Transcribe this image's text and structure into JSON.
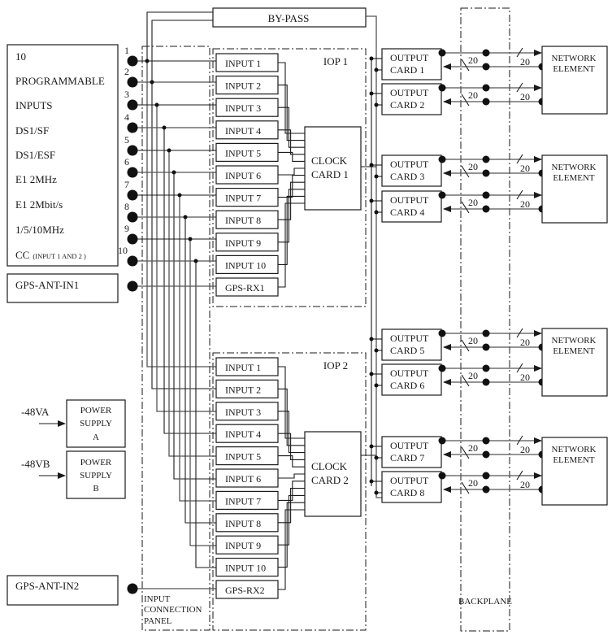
{
  "inputs_panel": {
    "lines": [
      "10",
      "PROGRAMMABLE",
      "INPUTS",
      "DS1/SF",
      "DS1/ESF",
      "E1 2MHz",
      "E1 2Mbit/s",
      "1/5/10MHz"
    ],
    "cc_main": "CC",
    "cc_note": "(INPUT 1 AND 2 )"
  },
  "gps_ant_1": "GPS-ANT-IN1",
  "gps_ant_2": "GPS-ANT-IN2",
  "connector_numbers": [
    "1",
    "2",
    "3",
    "4",
    "5",
    "6",
    "7",
    "8",
    "9",
    "10"
  ],
  "bypass": "BY-PASS",
  "iop1": {
    "label": "IOP 1",
    "inputs": [
      "INPUT 1",
      "INPUT 2",
      "INPUT 3",
      "INPUT 4",
      "INPUT 5",
      "INPUT 6",
      "INPUT 7",
      "INPUT 8",
      "INPUT 9",
      "INPUT 10"
    ],
    "gps_rx": "GPS-RX1",
    "clock_line1": "CLOCK",
    "clock_line2": "CARD 1"
  },
  "iop2": {
    "label": "IOP 2",
    "inputs": [
      "INPUT 1",
      "INPUT 2",
      "INPUT 3",
      "INPUT 4",
      "INPUT 5",
      "INPUT 6",
      "INPUT 7",
      "INPUT 8",
      "INPUT 9",
      "INPUT 10"
    ],
    "gps_rx": "GPS-RX2",
    "clock_line1": "CLOCK",
    "clock_line2": "CARD 2"
  },
  "output_cards": [
    {
      "line1": "OUTPUT",
      "line2": "CARD 1"
    },
    {
      "line1": "OUTPUT",
      "line2": "CARD 2"
    },
    {
      "line1": "OUTPUT",
      "line2": "CARD 3"
    },
    {
      "line1": "OUTPUT",
      "line2": "CARD 4"
    },
    {
      "line1": "OUTPUT",
      "line2": "CARD 5"
    },
    {
      "line1": "OUTPUT",
      "line2": "CARD 6"
    },
    {
      "line1": "OUTPUT",
      "line2": "CARD 7"
    },
    {
      "line1": "OUTPUT",
      "line2": "CARD 8"
    }
  ],
  "bus_width_label": "20",
  "network_elements": [
    {
      "line1": "NETWORK",
      "line2": "ELEMENT"
    },
    {
      "line1": "NETWORK",
      "line2": "ELEMENT"
    },
    {
      "line1": "NETWORK",
      "line2": "ELEMENT"
    },
    {
      "line1": "NETWORK",
      "line2": "ELEMENT"
    }
  ],
  "power_supplies": [
    {
      "feed": "-48VA",
      "line1": "POWER",
      "line2": "SUPPLY",
      "line3": "A"
    },
    {
      "feed": "-48VB",
      "line1": "POWER",
      "line2": "SUPPLY",
      "line3": "B"
    }
  ],
  "input_connection_panel": [
    "INPUT",
    "CONNECTION",
    "PANEL"
  ],
  "backplane": "BACKPLANE"
}
